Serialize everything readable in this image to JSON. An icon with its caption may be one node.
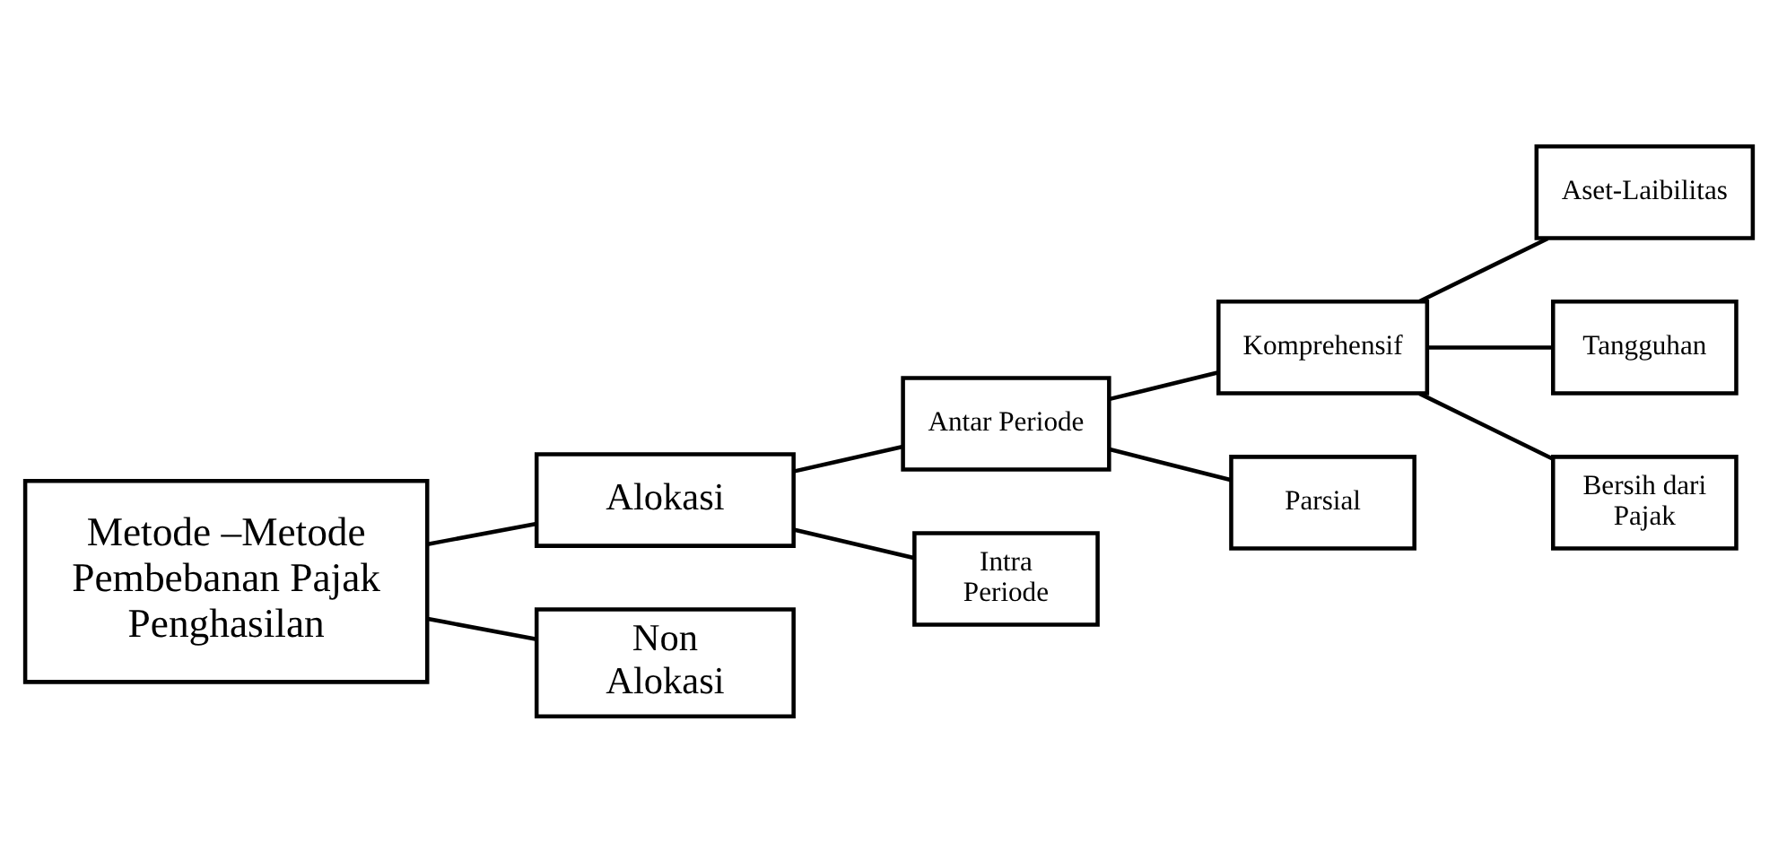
{
  "diagram": {
    "nodes": [
      {
        "text": [
          "Metode –Metode Pembebanan Pajak Penghasilan"
        ]
      },
      {
        "text": [
          "Alokasi"
        ]
      },
      {
        "text": [
          "Non Alokasi"
        ]
      },
      {
        "text": [
          "Antar Periode"
        ]
      },
      {
        "text": [
          "Intra Periode"
        ]
      },
      {
        "text": [
          "Komprehensif"
        ]
      },
      {
        "text": [
          "Parsial"
        ]
      },
      {
        "text": [
          "Aset-Laibilitas"
        ]
      },
      {
        "text": [
          "Tangguhan"
        ]
      },
      {
        "text": [
          "Bersih dari Pajak"
        ]
      }
    ],
    "edges": [
      {
        "from": 0,
        "to": 1,
        "arrow": "none"
      },
      {
        "from": 0,
        "to": 2,
        "arrow": "none"
      },
      {
        "from": 1,
        "to": 3,
        "arrow": "none"
      },
      {
        "from": 1,
        "to": 4,
        "arrow": "none"
      },
      {
        "from": 3,
        "to": 5,
        "arrow": "none"
      },
      {
        "from": 3,
        "to": 6,
        "arrow": "none"
      },
      {
        "from": 5,
        "to": 7,
        "arrow": "none"
      },
      {
        "from": 5,
        "to": 8,
        "arrow": "none"
      },
      {
        "from": 5,
        "to": 9,
        "arrow": "none"
      }
    ]
  }
}
